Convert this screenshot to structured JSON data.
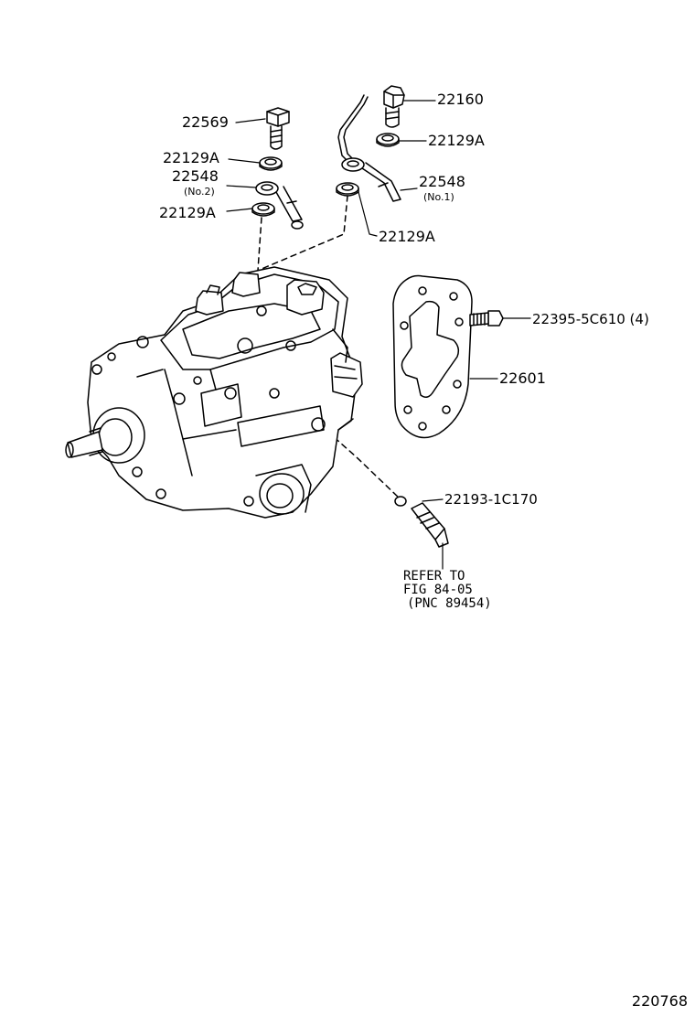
{
  "parts": {
    "p22569": "22569",
    "p22129A_left_upper": "22129A",
    "p22548_no2": "22548",
    "p22548_no2_note": "(No.2)",
    "p22129A_left_lower": "22129A",
    "p22160": "22160",
    "p22129A_right_upper": "22129A",
    "p22548_no1": "22548",
    "p22548_no1_note": "(No.1)",
    "p22129A_right_lower": "22129A",
    "p22395": "22395-5C610 (4)",
    "p22601": "22601",
    "p22193": "22193-1C170"
  },
  "reference": {
    "line1": "REFER TO",
    "line2": "FIG 84-05",
    "line3": "(PNC 89454)"
  },
  "diagram_code": "220768"
}
